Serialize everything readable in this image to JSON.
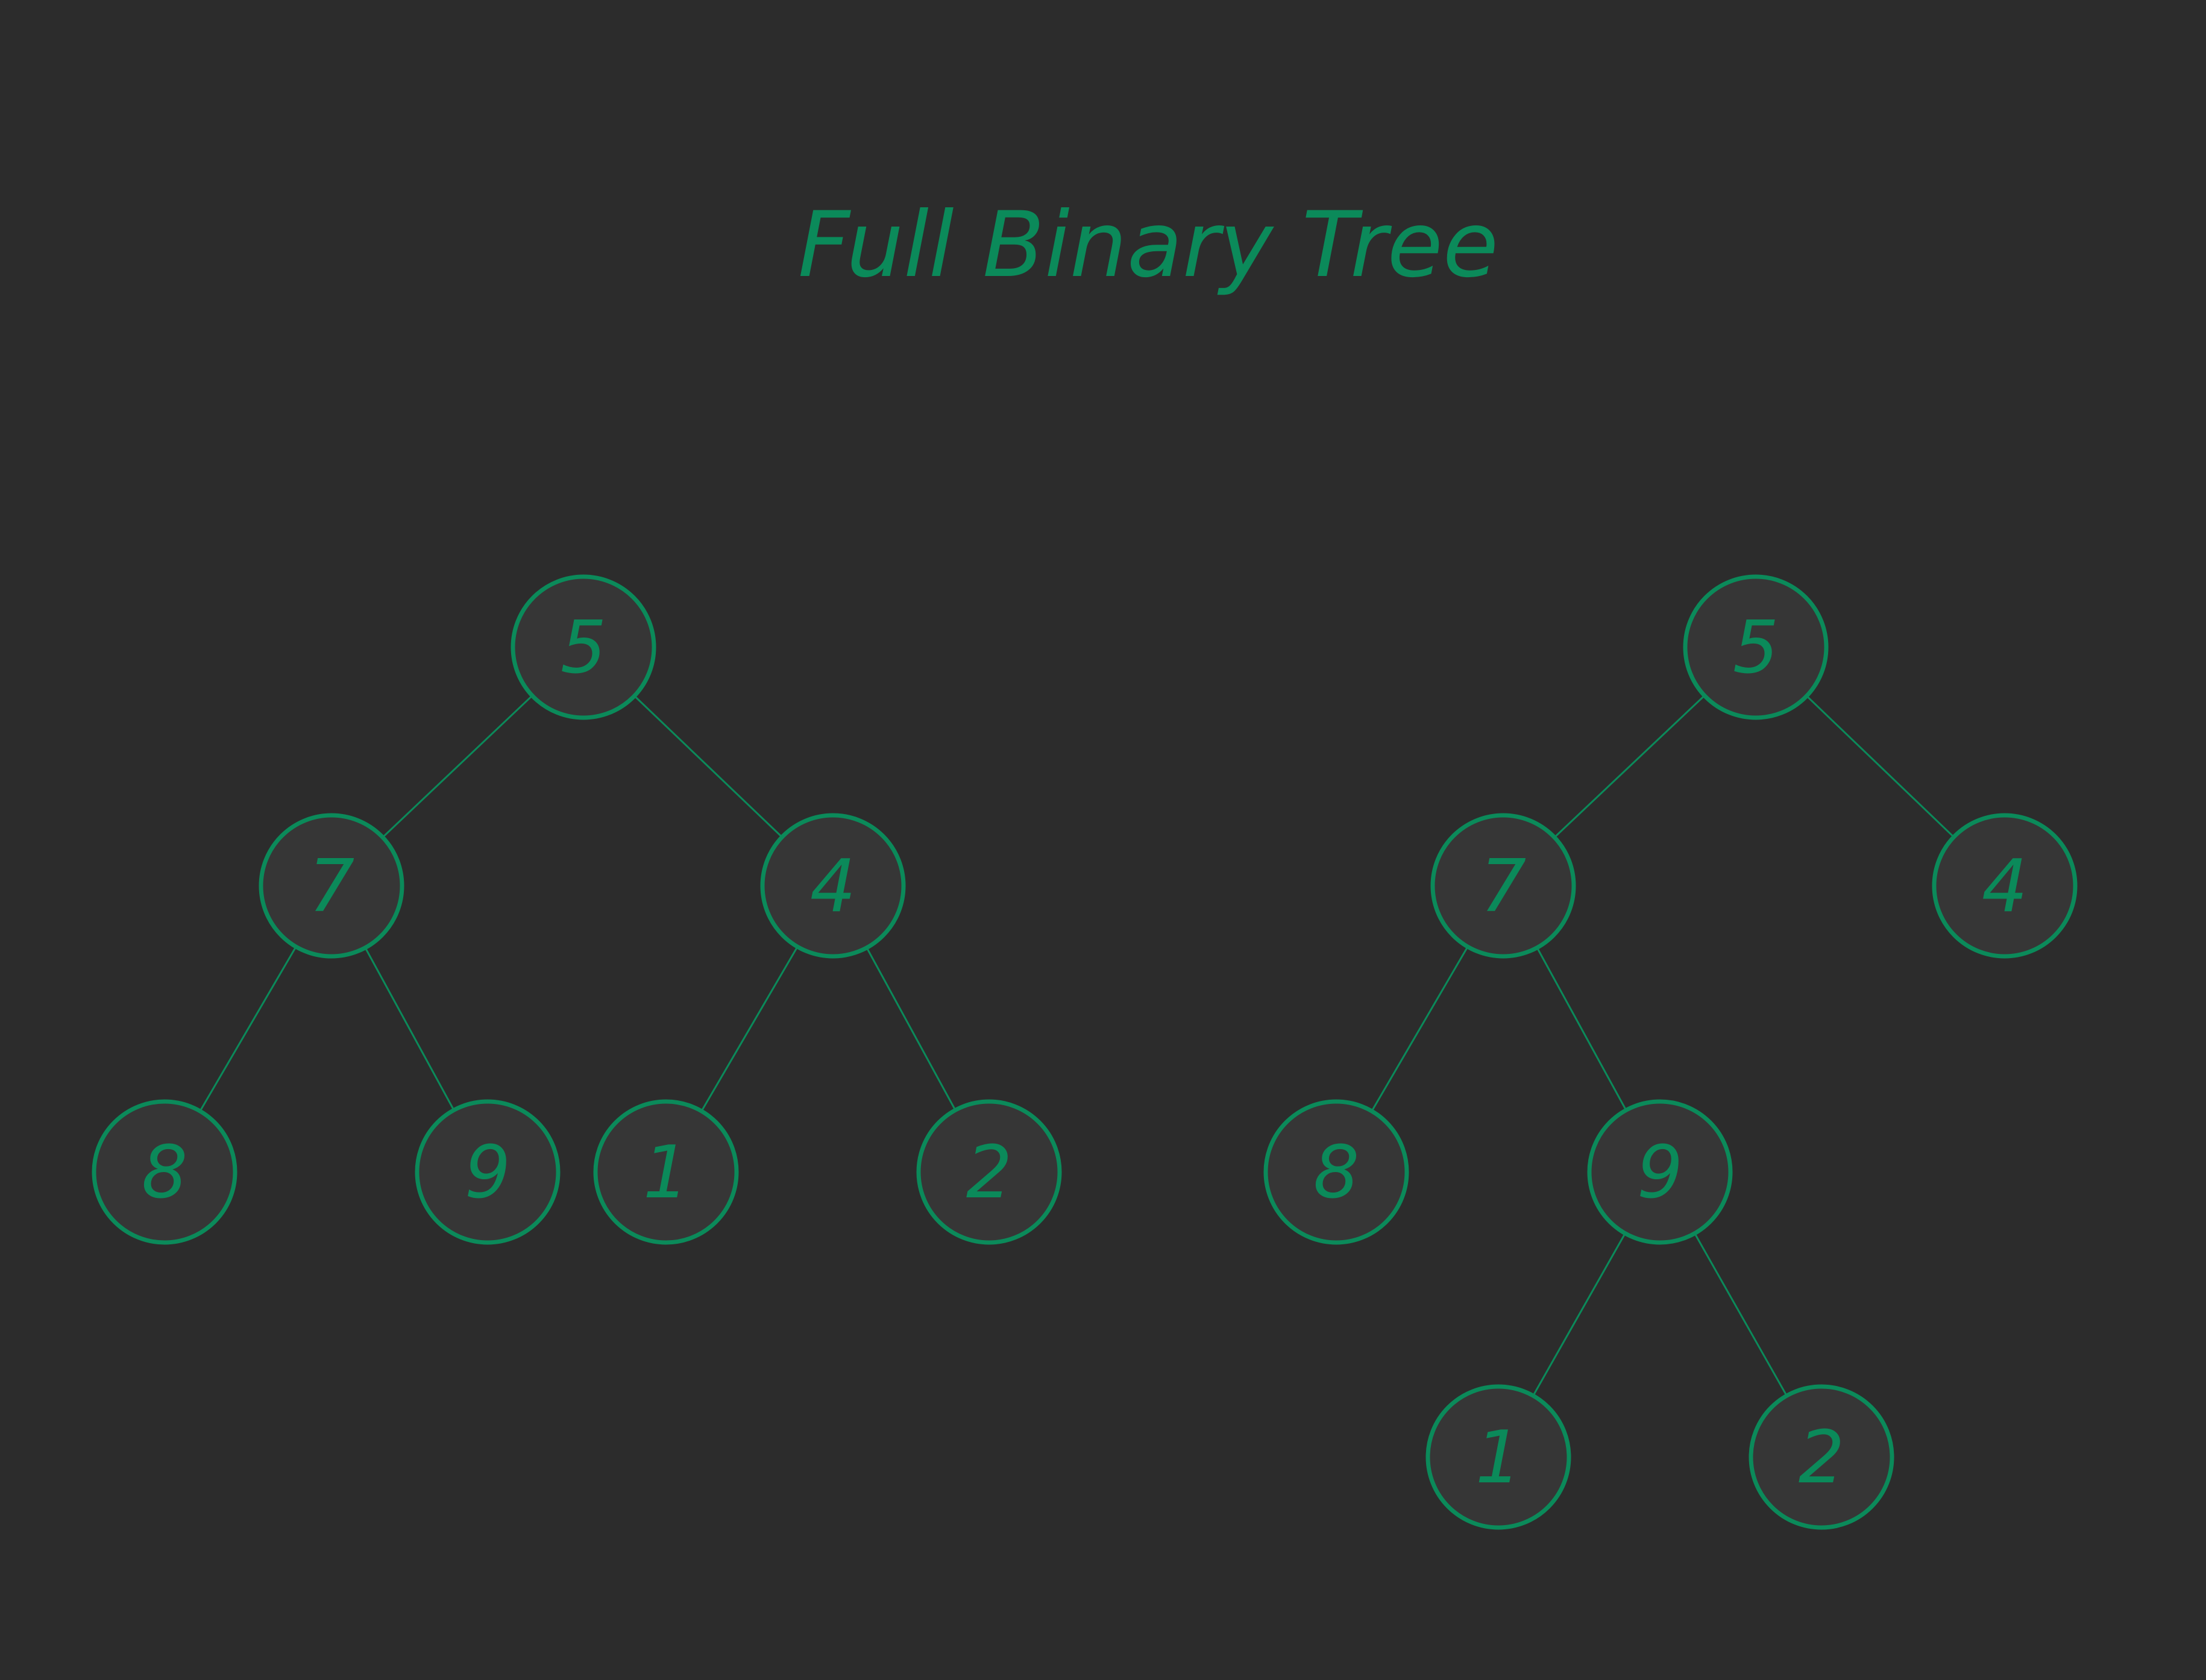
{
  "title": "Full Binary Tree",
  "colors": {
    "background": "#2c2c2c",
    "accent": "#0b8a5a",
    "node_fill": "#363636"
  },
  "trees": [
    {
      "nodes": [
        {
          "id": "a5",
          "label": "5"
        },
        {
          "id": "a7",
          "label": "7"
        },
        {
          "id": "a4",
          "label": "4"
        },
        {
          "id": "a8",
          "label": "8"
        },
        {
          "id": "a9",
          "label": "9"
        },
        {
          "id": "a1",
          "label": "1"
        },
        {
          "id": "a2",
          "label": "2"
        }
      ],
      "edges": [
        [
          "a5",
          "a7"
        ],
        [
          "a5",
          "a4"
        ],
        [
          "a7",
          "a8"
        ],
        [
          "a7",
          "a9"
        ],
        [
          "a4",
          "a1"
        ],
        [
          "a4",
          "a2"
        ]
      ]
    },
    {
      "nodes": [
        {
          "id": "b5",
          "label": "5"
        },
        {
          "id": "b7",
          "label": "7"
        },
        {
          "id": "b4",
          "label": "4"
        },
        {
          "id": "b8",
          "label": "8"
        },
        {
          "id": "b9",
          "label": "9"
        },
        {
          "id": "b1",
          "label": "1"
        },
        {
          "id": "b2",
          "label": "2"
        }
      ],
      "edges": [
        [
          "b5",
          "b7"
        ],
        [
          "b5",
          "b4"
        ],
        [
          "b7",
          "b8"
        ],
        [
          "b7",
          "b9"
        ],
        [
          "b9",
          "b1"
        ],
        [
          "b9",
          "b2"
        ]
      ]
    }
  ]
}
